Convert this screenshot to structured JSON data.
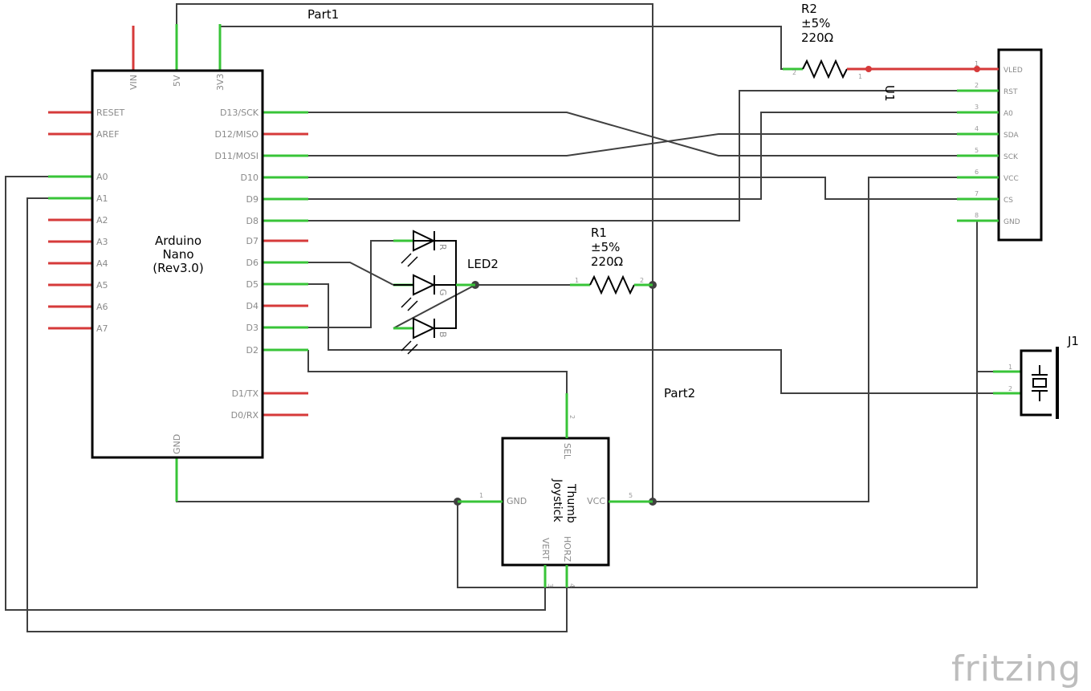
{
  "arduino": {
    "name_line1": "Arduino",
    "name_line2": "Nano",
    "name_line3": "(Rev3.0)",
    "top_pins": [
      "VIN",
      "5V",
      "3V3"
    ],
    "left_pins": [
      "RESET",
      "AREF",
      "A0",
      "A1",
      "A2",
      "A3",
      "A4",
      "A5",
      "A6",
      "A7"
    ],
    "right_pins": [
      "D13/SCK",
      "D12/MISO",
      "D11/MOSI",
      "D10",
      "D9",
      "D8",
      "D7",
      "D6",
      "D5",
      "D4",
      "D3",
      "D2",
      "D1/TX",
      "D0/RX"
    ],
    "bottom_pin": "GND"
  },
  "net_labels": {
    "part1": "Part1",
    "part2": "Part2"
  },
  "r2": {
    "name": "R2",
    "tolerance": "±5%",
    "value": "220Ω",
    "pin_left": "2",
    "pin_right": "1"
  },
  "r1": {
    "name": "R1",
    "tolerance": "±5%",
    "value": "220Ω",
    "pin_left": "1",
    "pin_right": "2"
  },
  "led": {
    "name": "LED2",
    "r": "R",
    "g": "G",
    "b": "B"
  },
  "u1": {
    "name": "U1",
    "pins": [
      "VLED",
      "RST",
      "A0",
      "SDA",
      "SCK",
      "VCC",
      "CS",
      "GND"
    ],
    "pin_numbers": [
      "1",
      "2",
      "3",
      "4",
      "5",
      "6",
      "7",
      "8"
    ]
  },
  "j1": {
    "name": "J1",
    "pin1": "1",
    "pin2": "2"
  },
  "joystick": {
    "line1": "Thumb",
    "line2": "Joystick",
    "sel": "SEL",
    "gnd": "GND",
    "vcc": "VCC",
    "vert": "VERT",
    "horz": "HORZ",
    "sel_num": "2",
    "gnd_num": "1",
    "vcc_num": "5",
    "vert_num": "3",
    "horz_num": "4"
  },
  "brand": "fritzing"
}
